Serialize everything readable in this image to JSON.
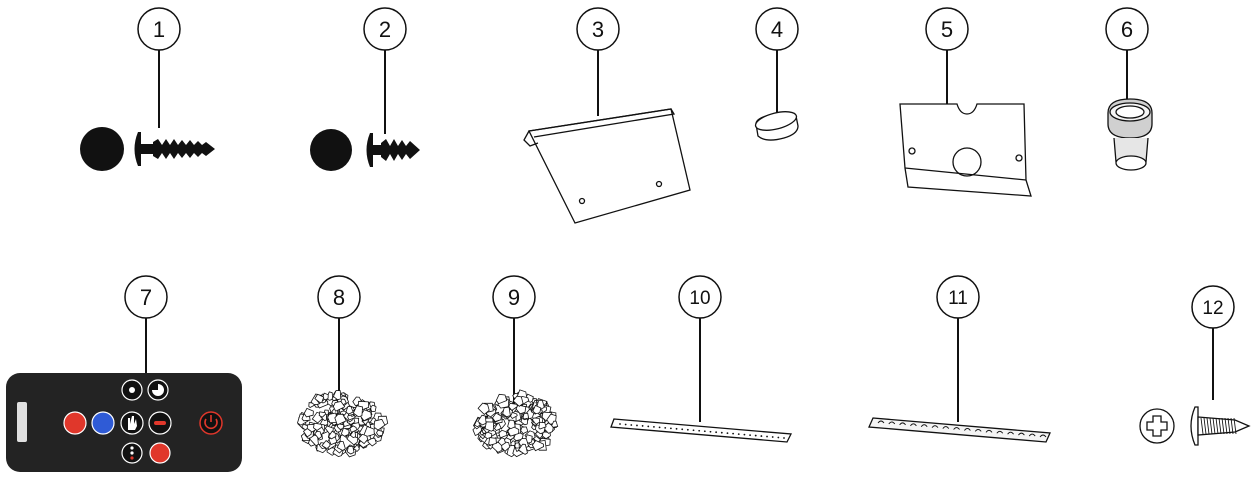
{
  "parts": [
    {
      "number": "1",
      "name": "screw-with-cap"
    },
    {
      "number": "2",
      "name": "short-screw-with-cap"
    },
    {
      "number": "3",
      "name": "angled-bracket"
    },
    {
      "number": "4",
      "name": "round-cap"
    },
    {
      "number": "5",
      "name": "mounting-plate"
    },
    {
      "number": "6",
      "name": "bushing"
    },
    {
      "number": "7",
      "name": "remote-control-panel"
    },
    {
      "number": "8",
      "name": "ember-wool"
    },
    {
      "number": "9",
      "name": "ember-wool"
    },
    {
      "number": "10",
      "name": "strip"
    },
    {
      "number": "11",
      "name": "strip"
    },
    {
      "number": "12",
      "name": "screw"
    }
  ],
  "colors": {
    "ink": "#111111",
    "panel": "#232323",
    "red": "#e0372b",
    "blue": "#2f5bd6"
  }
}
